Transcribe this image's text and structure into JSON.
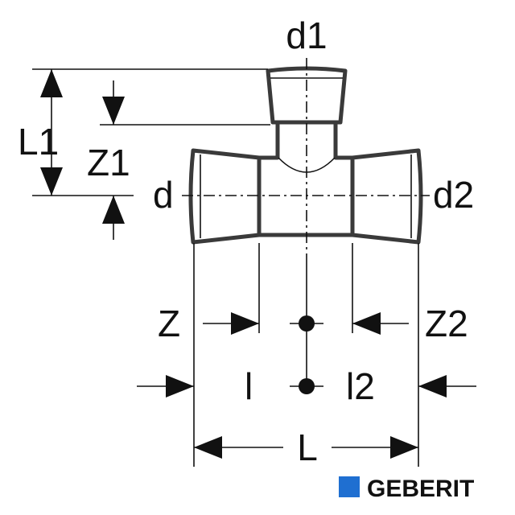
{
  "labels": {
    "d1": "d1",
    "d": "d",
    "d2": "d2",
    "L1": "L1",
    "Z1": "Z1",
    "Z": "Z",
    "Z2": "Z2",
    "l": "l",
    "l2": "l2",
    "L": "L"
  },
  "brand": {
    "name": "GEBERIT",
    "color": "#1f6fd1"
  }
}
